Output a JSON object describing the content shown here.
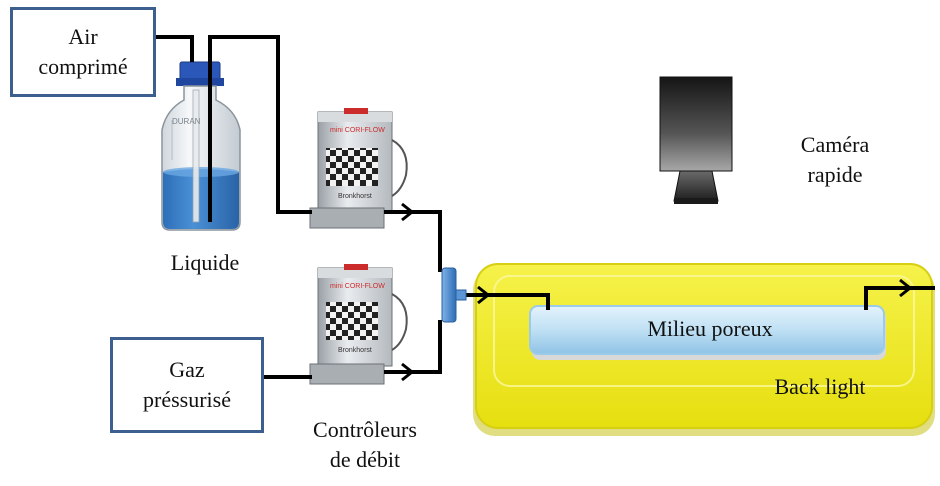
{
  "labels": {
    "air_line1": "Air",
    "air_line2": "comprimé",
    "gas_line1": "Gaz",
    "gas_line2": "préssurisé",
    "liquid": "Liquide",
    "controllers_line1": "Contrôleurs",
    "controllers_line2": "de débit",
    "camera_line1": "Caméra",
    "camera_line2": "rapide",
    "porous_medium": "Milieu poreux",
    "back_light": "Back light",
    "bottle_brand": "DURAN",
    "controller_brand": "Bronkhorst",
    "controller_model": "mini CORI-FLOW"
  },
  "colors": {
    "box_border": "#3d5f8f",
    "tubing": "#000000",
    "backlight_yellow": "#f2ec1e",
    "liquid_blue": "#3a7fc8",
    "medium_blue": "#bfe0f4",
    "connector_blue": "#4d8ad0",
    "camera_dark": "#2b2b2b"
  }
}
